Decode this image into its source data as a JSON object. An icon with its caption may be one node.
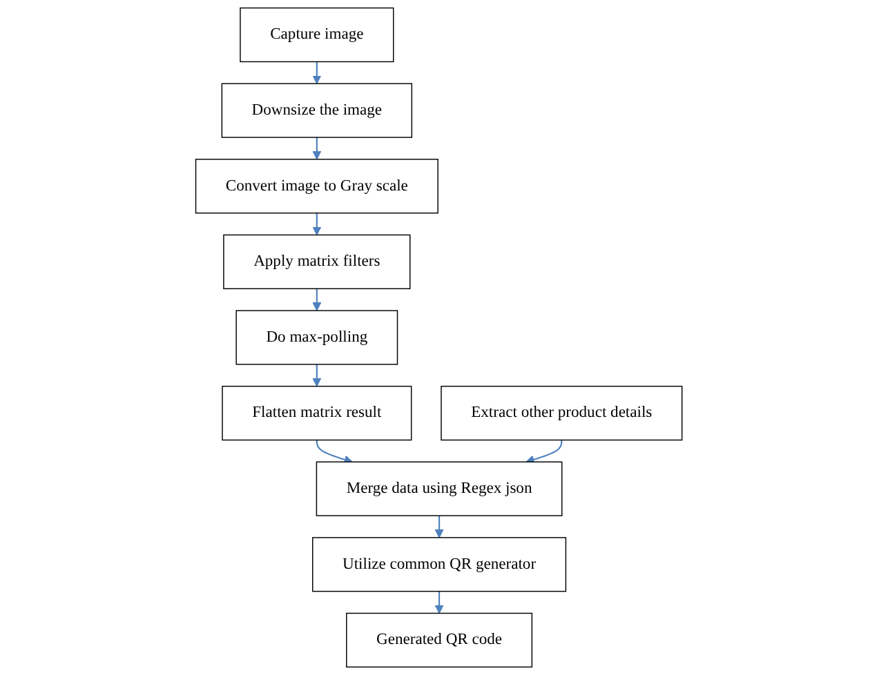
{
  "diagram": {
    "nodes": [
      {
        "text": [
          "Capture image"
        ]
      },
      {
        "text": [
          "Downsize the image"
        ]
      },
      {
        "text": [
          "Convert image to Gray scale"
        ]
      },
      {
        "text": [
          "Apply matrix filters"
        ]
      },
      {
        "text": [
          "Do max-polling"
        ]
      },
      {
        "text": [
          "Flatten matrix result"
        ]
      },
      {
        "text": [
          "Extract other product details"
        ]
      },
      {
        "text": [
          "Merge data using Regex json"
        ]
      },
      {
        "text": [
          "Utilize common QR generator"
        ]
      },
      {
        "text": [
          "Generated QR code"
        ]
      }
    ],
    "edges": [
      {
        "from": 0,
        "to": 1,
        "arrow": "to"
      },
      {
        "from": 1,
        "to": 2,
        "arrow": "to"
      },
      {
        "from": 2,
        "to": 3,
        "arrow": "to"
      },
      {
        "from": 3,
        "to": 4,
        "arrow": "to"
      },
      {
        "from": 4,
        "to": 5,
        "arrow": "to"
      },
      {
        "from": 5,
        "to": 7,
        "arrow": "to"
      },
      {
        "from": 6,
        "to": 7,
        "arrow": "to"
      },
      {
        "from": 7,
        "to": 8,
        "arrow": "to"
      },
      {
        "from": 8,
        "to": 9,
        "arrow": "to"
      }
    ]
  }
}
